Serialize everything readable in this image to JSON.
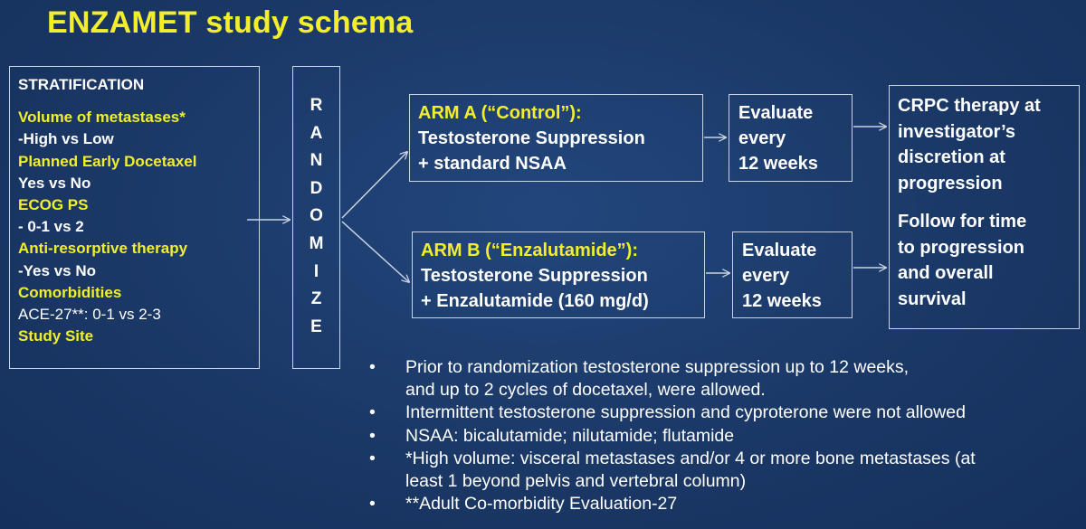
{
  "title": "ENZAMET study schema",
  "stratification": {
    "heading": "STRATIFICATION",
    "lines": [
      {
        "text": "Volume of metastases*",
        "style": "yel"
      },
      {
        "text": "-High vs Low",
        "style": "wht"
      },
      {
        "text": "Planned Early Docetaxel",
        "style": "yel"
      },
      {
        "text": "Yes vs No",
        "style": "wht"
      },
      {
        "text": "ECOG PS",
        "style": "yel"
      },
      {
        "text": "- 0-1 vs 2",
        "style": "wht"
      },
      {
        "text": "Anti-resorptive therapy",
        "style": "yel"
      },
      {
        "text": "-Yes vs No",
        "style": "wht"
      },
      {
        "text": "Comorbidities",
        "style": "yel"
      },
      {
        "text": "ACE-27**: 0-1 vs 2-3",
        "style": "wht norm"
      },
      {
        "text": "Study Site",
        "style": "yel"
      }
    ]
  },
  "randomize": [
    "R",
    "A",
    "N",
    "D",
    "O",
    "M",
    "I",
    "Z",
    "E"
  ],
  "arm_a": {
    "title": "ARM A (“Control”):",
    "line1": "Testosterone Suppression",
    "line2": "+ standard NSAA"
  },
  "arm_b": {
    "title": "ARM B (“Enzalutamide”):",
    "line1": "Testosterone Suppression",
    "line2": "+ Enzalutamide (160 mg/d)"
  },
  "evaluate_a": [
    "Evaluate",
    "every",
    "12 weeks"
  ],
  "evaluate_b": [
    "Evaluate",
    "every",
    "12 weeks"
  ],
  "outcome": {
    "part1": [
      "CRPC therapy at",
      "investigator’s",
      "discretion at",
      "progression"
    ],
    "part2": [
      "Follow for time",
      "to progression",
      "and overall",
      "survival"
    ]
  },
  "notes": [
    {
      "bullet": "•",
      "lines": [
        "Prior to randomization testosterone suppression up to 12 weeks,",
        "and up to 2 cycles of docetaxel, were allowed."
      ]
    },
    {
      "bullet": "•",
      "lines": [
        "Intermittent testosterone suppression and cyproterone were not allowed"
      ]
    },
    {
      "bullet": "•",
      "lines": [
        "NSAA: bicalutamide; nilutamide; flutamide"
      ]
    },
    {
      "bullet": "•",
      "lines": [
        "*High volume: visceral metastases and/or 4 or more bone metastases (at",
        "least 1 beyond pelvis and vertebral column)"
      ]
    },
    {
      "bullet": "•",
      "lines": [
        "**Adult Co-morbidity Evaluation-27"
      ]
    }
  ],
  "colors": {
    "background": "#1b3a6b",
    "title": "#f2ee2c",
    "highlight": "#f2ee2c",
    "text": "#ffffff",
    "line": "#c9d3e4"
  }
}
